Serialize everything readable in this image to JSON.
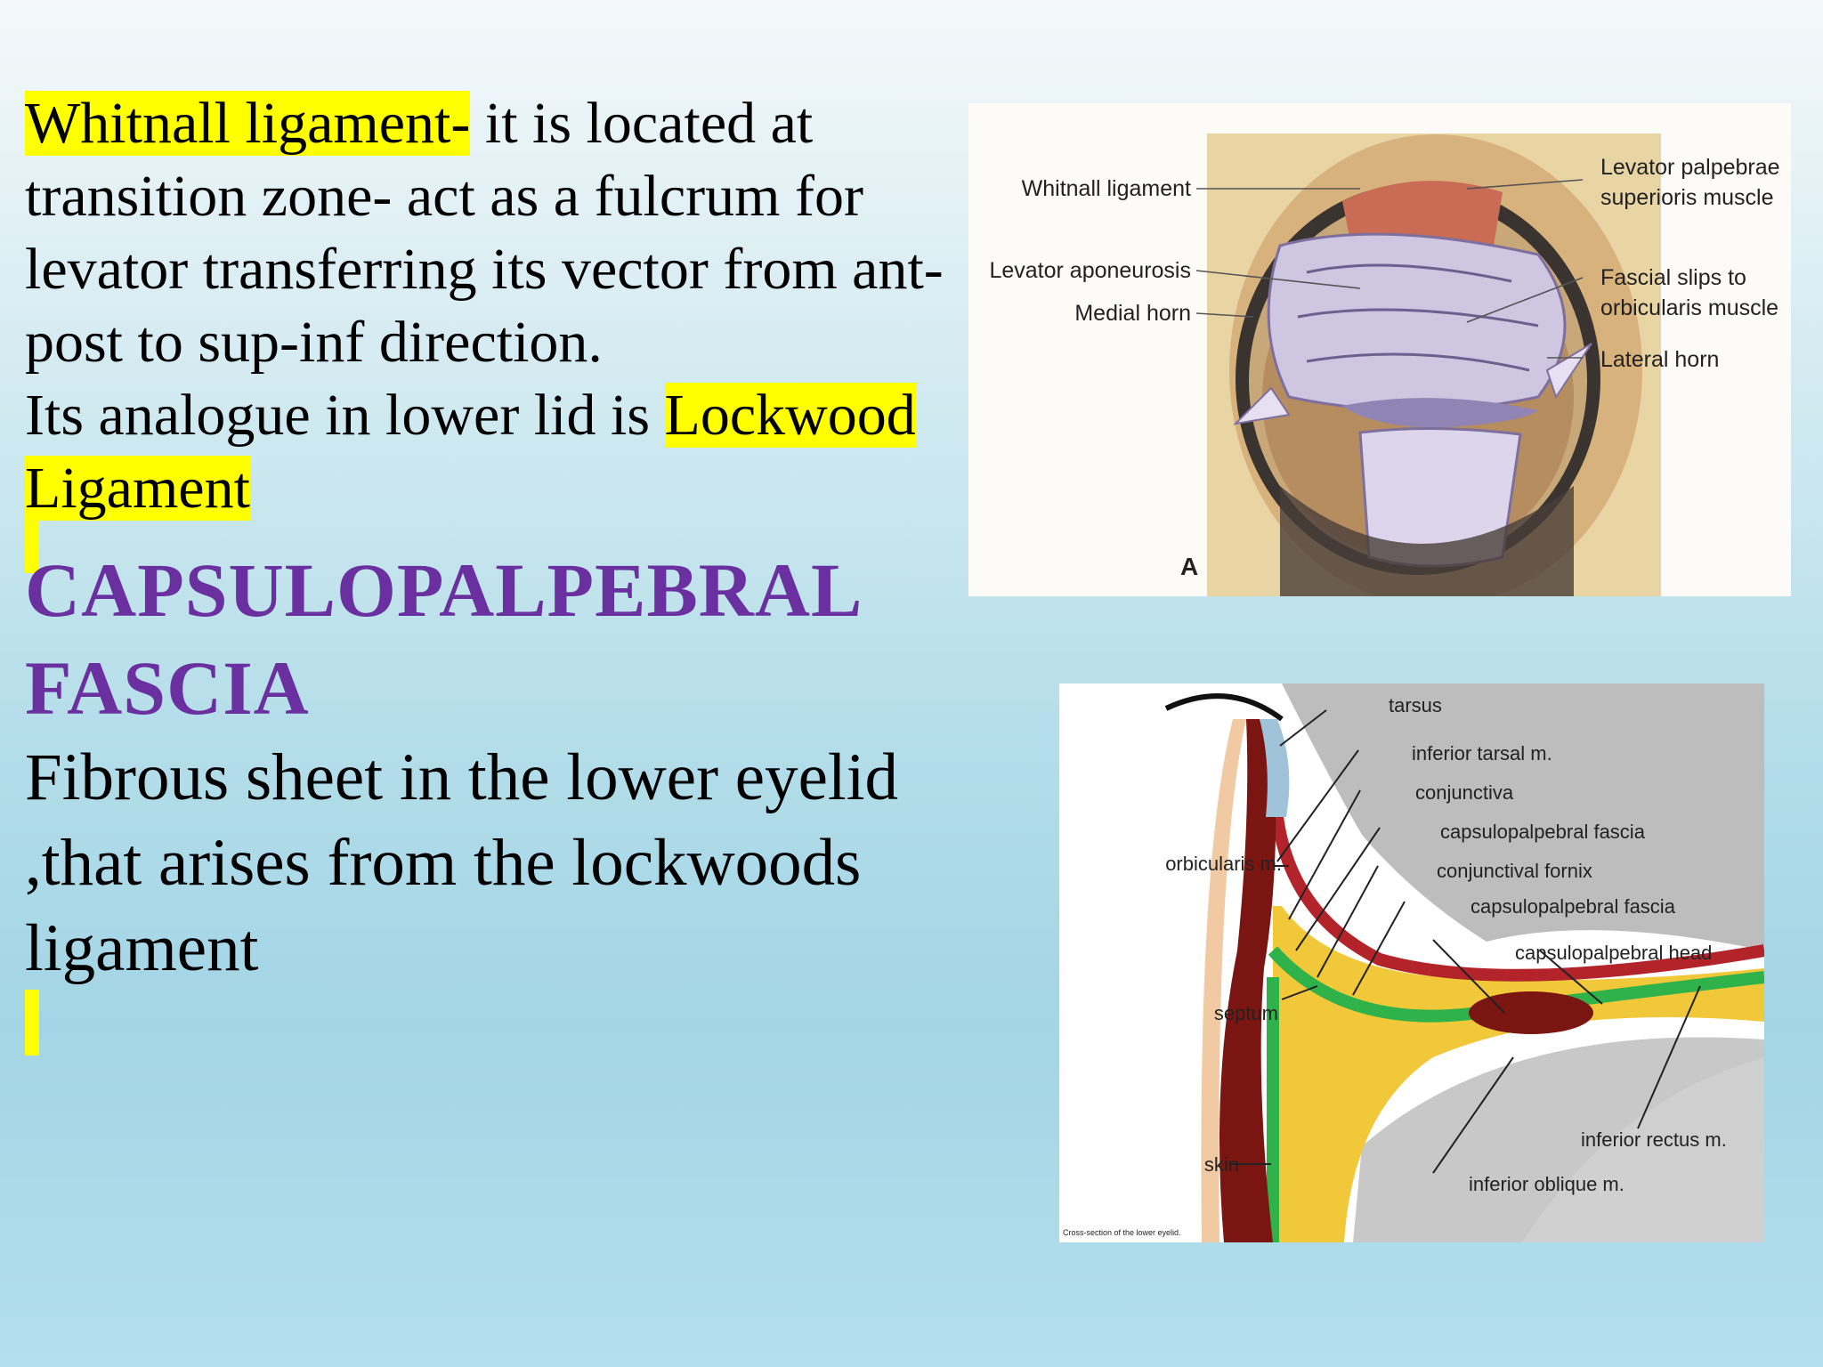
{
  "slide": {
    "para1": {
      "term": "Whitnall ligament-",
      "text": " it is located at transition zone- act as a fulcrum for levator transferring its vector from ant-post to sup-inf direction.",
      "analogue_prefix": "Its analogue in lower lid is ",
      "analogue_term": "Lockwood Ligament"
    },
    "heading": "CAPSULOPALPEBRAL FASCIA",
    "body": "Fibrous sheet in the lower eyelid ,that arises from the lockwoods ligament"
  },
  "figure_a": {
    "panel_letter": "A",
    "labels": {
      "whitnall": "Whitnall ligament",
      "levator_aponeurosis": "Levator aponeurosis",
      "medial_horn": "Medial horn",
      "lps_1": "Levator palpebrae",
      "lps_2": "superioris muscle",
      "fascial_1": "Fascial slips to",
      "fascial_2": "orbicularis muscle",
      "lateral_horn": "Lateral horn"
    }
  },
  "figure_b": {
    "labels": {
      "tarsus": "tarsus",
      "inferior_tarsal": "inferior tarsal m.",
      "conjunctiva": "conjunctiva",
      "capsulo_fascia_1": "capsulopalpebral fascia",
      "conjunctival_fornix": "conjunctival fornix",
      "capsulo_fascia_2": "capsulopalpebral fascia",
      "capsulo_head": "capsulopalpebral head",
      "orbicularis": "orbicularis m.",
      "septum": "septum",
      "skin": "skin",
      "inferior_rectus": "inferior rectus m.",
      "inferior_oblique": "inferior oblique m.",
      "caption": "Cross-section of the lower eyelid."
    }
  },
  "colors": {
    "highlight": "#ffff00",
    "heading": "#6a30a0"
  }
}
